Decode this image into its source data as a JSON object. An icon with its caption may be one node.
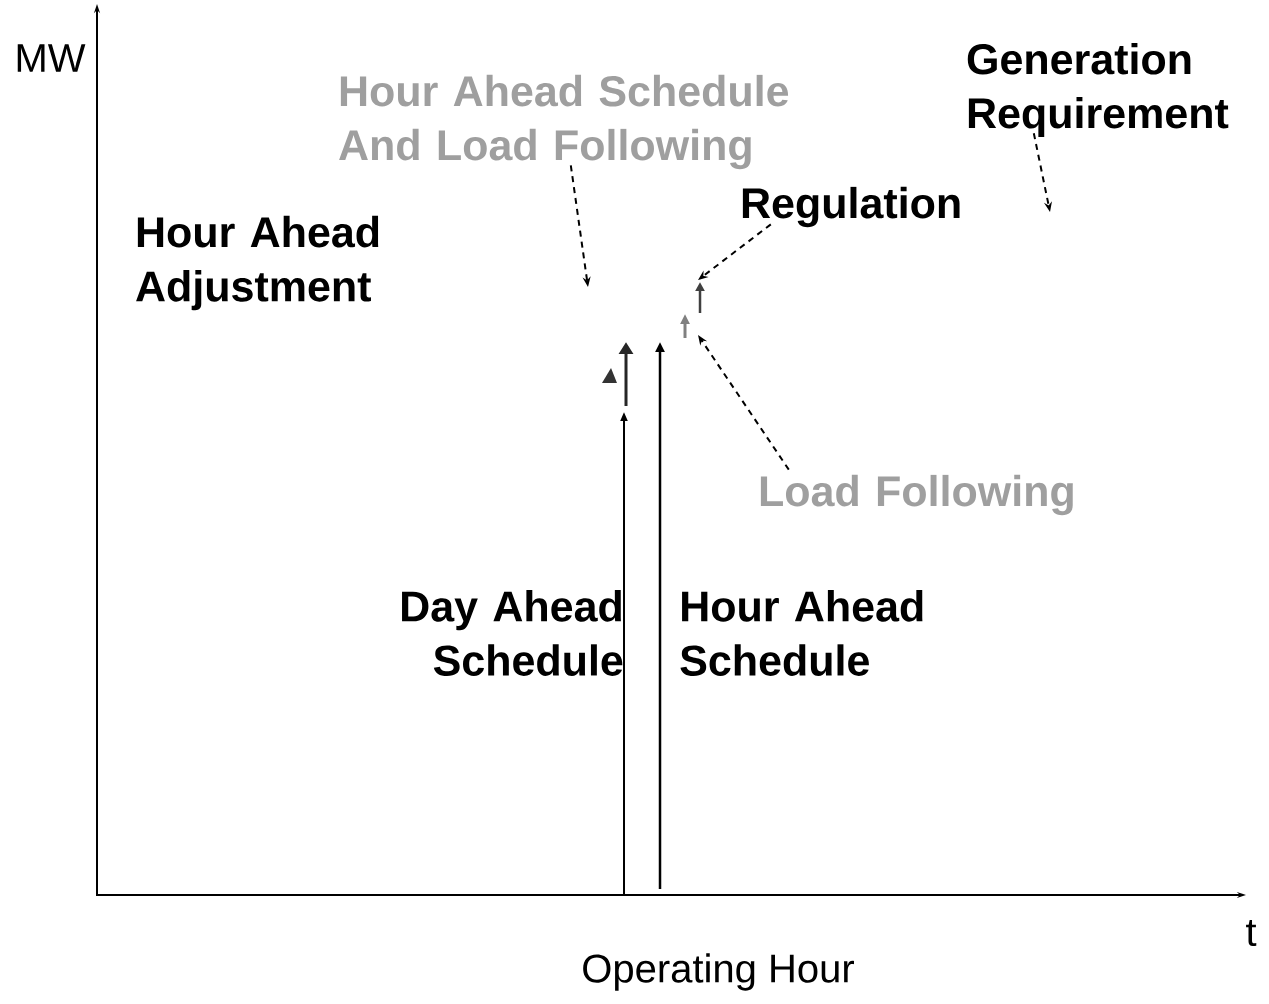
{
  "diagram": {
    "nodes": [
      {
        "text": [
          "Hour Ahead Schedule And Load Following"
        ]
      },
      {
        "text": [
          "Regulation"
        ]
      },
      {
        "text": [
          "Load Following"
        ]
      },
      {
        "text": [
          "Generation Requirement"
        ]
      }
    ],
    "edges": [
      {
        "from": 0,
        "to": null,
        "arrow": "to",
        "style": "dashed"
      },
      {
        "from": 1,
        "to": null,
        "arrow": "to",
        "style": "dashed"
      },
      {
        "from": 2,
        "to": null,
        "arrow": "to",
        "style": "dashed"
      },
      {
        "from": 3,
        "to": null,
        "arrow": "to",
        "style": "dashed"
      }
    ],
    "labels": [
      "MW",
      "Hour Ahead Adjustment",
      "Day Ahead Schedule",
      "Hour Ahead Schedule",
      "t",
      "Operating Hour"
    ]
  }
}
